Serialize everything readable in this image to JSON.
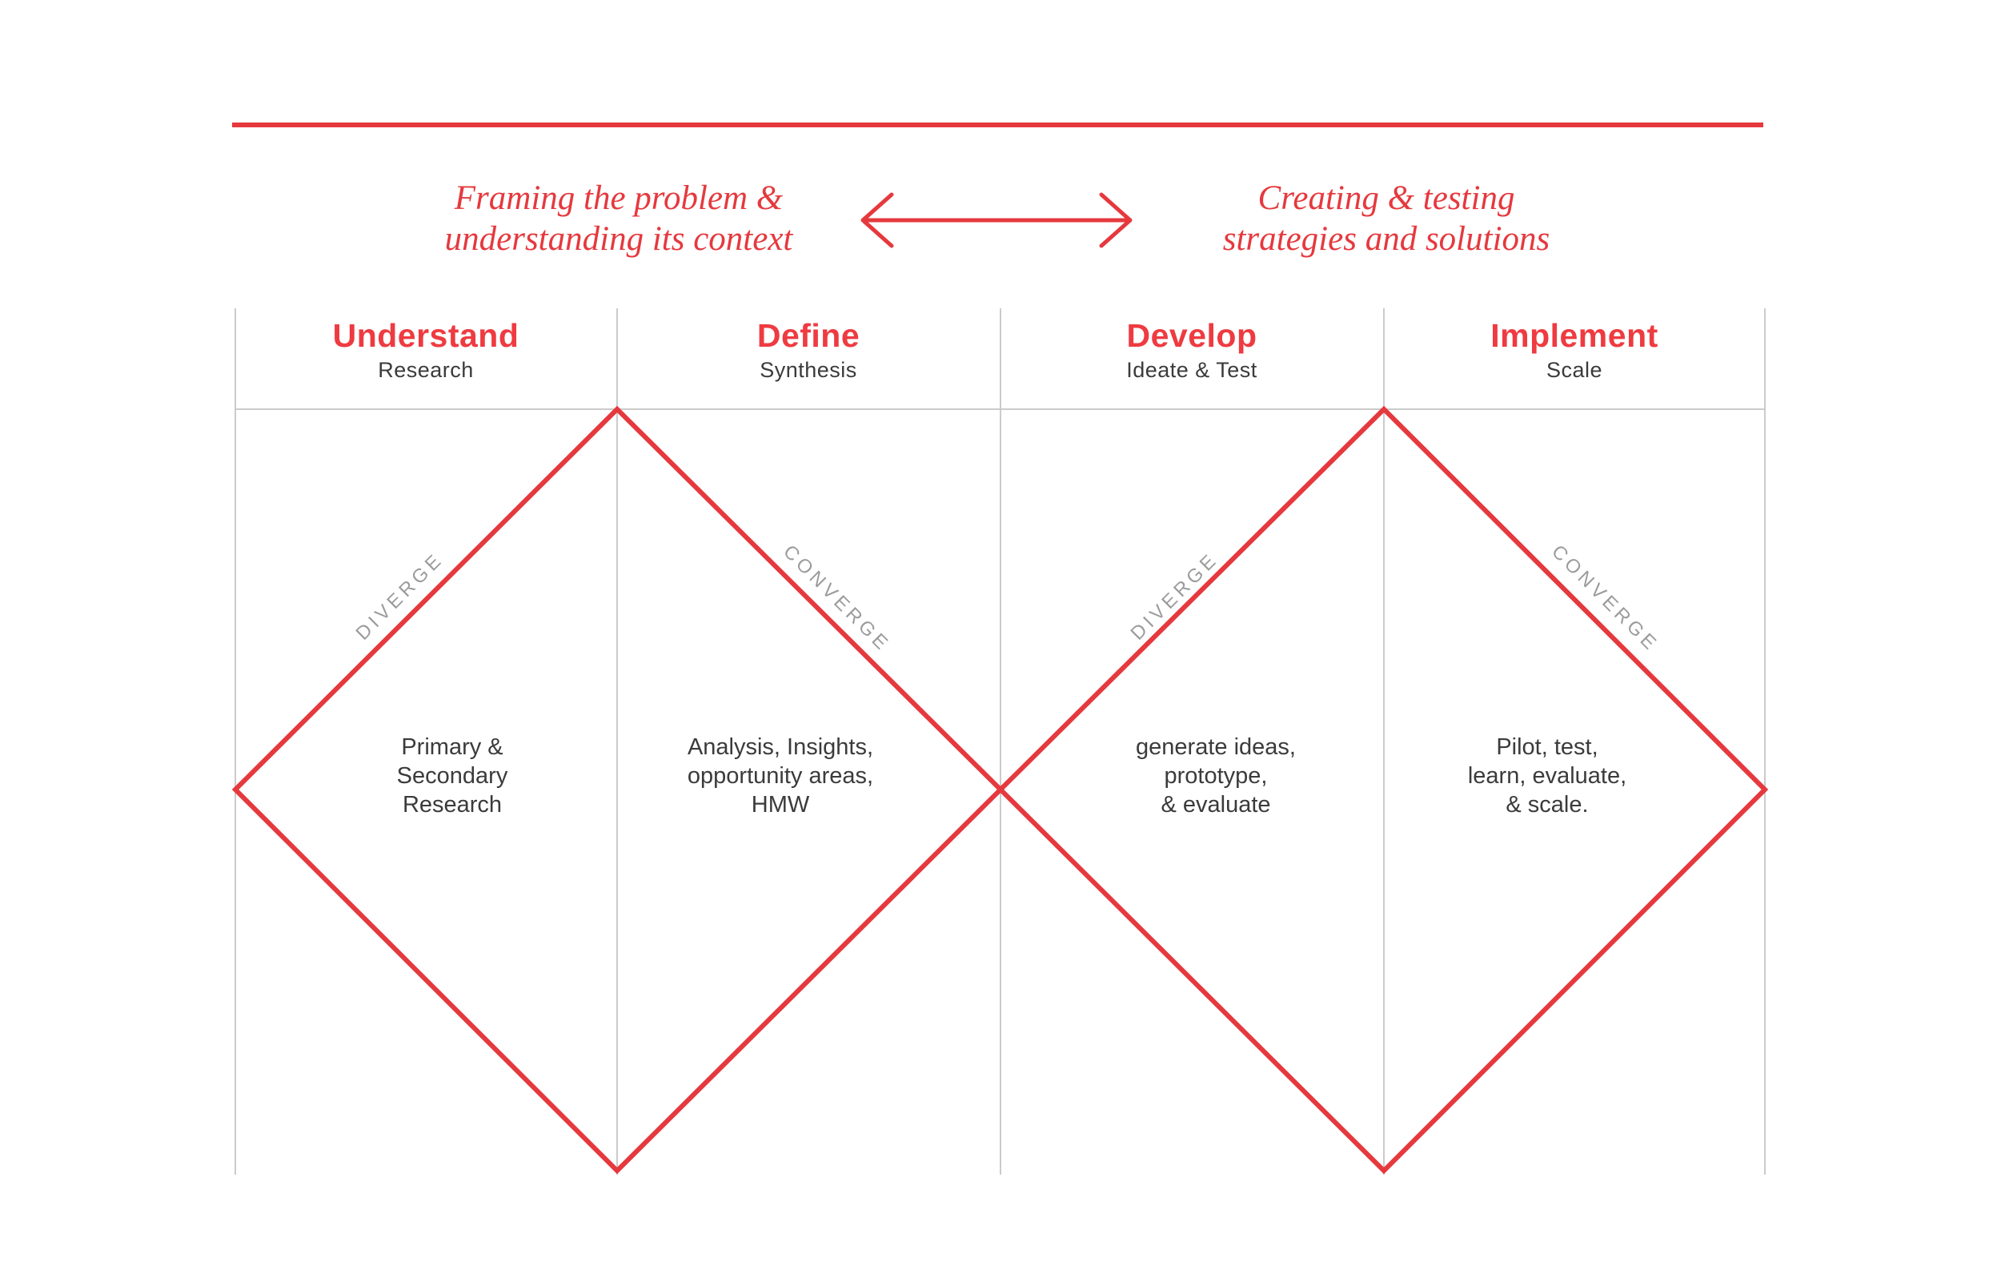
{
  "colors": {
    "accent_red": "#e5393e",
    "grid_gray": "#cbcbcb",
    "stage_label_gray": "#9b9b9b",
    "text_dark": "#3b3b3b"
  },
  "banner": {
    "left_caption": {
      "line1": "Framing the problem &",
      "line2": "understanding its context"
    },
    "right_caption": {
      "line1": "Creating & testing",
      "line2": "strategies and solutions"
    }
  },
  "phases": [
    {
      "title": "Understand",
      "subtitle": "Research",
      "note": "Primary &\nSecondary\nResearch"
    },
    {
      "title": "Define",
      "subtitle": "Synthesis",
      "note": "Analysis, Insights,\nopportunity areas,\nHMW"
    },
    {
      "title": "Develop",
      "subtitle": "Ideate & Test",
      "note": "generate ideas,\nprototype,\n& evaluate"
    },
    {
      "title": "Implement",
      "subtitle": "Scale",
      "note": "Pilot, test,\nlearn, evaluate,\n& scale."
    }
  ],
  "stage_labels": [
    {
      "text": "DIVERGE"
    },
    {
      "text": "CONVERGE"
    },
    {
      "text": "DIVERGE"
    },
    {
      "text": "CONVERGE"
    }
  ]
}
